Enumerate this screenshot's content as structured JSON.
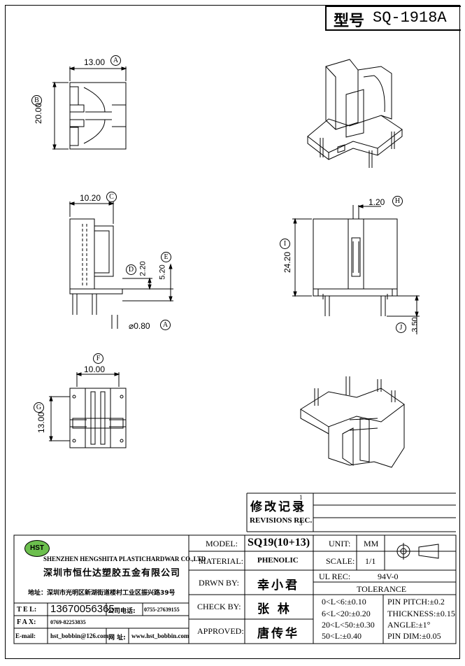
{
  "header": {
    "model_label": "型号",
    "model_no": "SQ-1918A"
  },
  "dims": {
    "A": "13.00",
    "B": "20.00",
    "C": "10.20",
    "D": "2.20",
    "E": "5.20",
    "pin": "⌀0.80",
    "F": "10.00",
    "G": "13.00",
    "H": "1.20",
    "I": "24.20",
    "J": "3.50"
  },
  "callouts": {
    "a": "A",
    "b": "B",
    "c": "C",
    "d": "D",
    "e": "E",
    "f": "F",
    "g": "G",
    "h": "H",
    "i": "I",
    "j": "J"
  },
  "revisions": {
    "cn": "修改记录",
    "en": "REVISIONS REC.",
    "marks": [
      "1",
      "2",
      "3"
    ]
  },
  "company": {
    "logo": "HST",
    "name_en": "SHENZHEN HENGSHITA PLASTICHARDWAR CO.,LTD",
    "name_cn": "深圳市恒仕达塑胶五金有限公司",
    "address": "地址：深圳市光明区新湖街道楼村工业区振兴路39号"
  },
  "contact": {
    "tel_label": "T E L:",
    "tel": "13670056365",
    "phone_label": "公司电话:",
    "phone": "0755-27639155",
    "fax_label": "F A X:",
    "fax": "0769-82253835",
    "email_label": "E-mail:",
    "email": "hst_bobbin@126.com",
    "web_label": "网 址:",
    "web": "www.hst_bobbin.com"
  },
  "title_block": {
    "model_label": "MODEL:",
    "model": "SQ19(10+13)",
    "material_label": "MATERIAL:",
    "material": "PHENOLIC",
    "drawn_label": "DRWN BY:",
    "drawn": "幸小君",
    "check_label": "CHECK BY:",
    "check": "张  林",
    "approved_label": "APPROVED:",
    "approved": "唐传华",
    "unit_label": "UNIT:",
    "unit": "MM",
    "scale_label": "SCALE:",
    "scale": "1/1",
    "ul_label": "UL REC:",
    "ul": "94V-0",
    "tolerance_label": "TOLERANCE",
    "tol1": "0<L<6:±0.10",
    "tol2": "6<L<20:±0.20",
    "tol3": "20<L<50:±0.30",
    "tol4": "50<L:±0.40",
    "pitch": "PIN PITCH:±0.2",
    "thickness": "THICKNESS:±0.15",
    "angle": "ANGLE:±1°",
    "pindim": "PIN DIM:±0.05"
  }
}
